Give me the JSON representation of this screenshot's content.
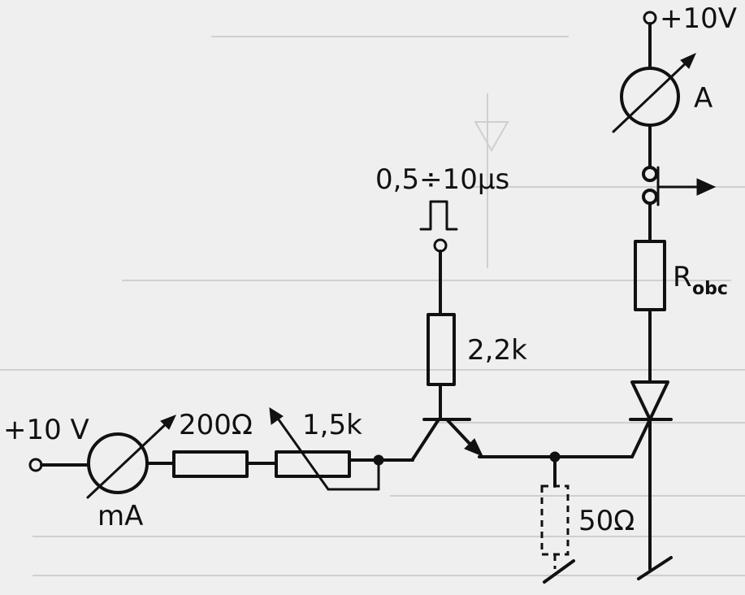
{
  "labels": {
    "supply_top": "+10V",
    "supply_left": "+10 V",
    "ammeter_top": "A",
    "ammeter_left": "mA",
    "r_200": "200Ω",
    "r_1_5k": "1,5k",
    "r_2_2k": "2,2k",
    "r_50": "50Ω",
    "pulse": "0,5÷10μs",
    "r_obc_main": "R",
    "r_obc_sub": "obc"
  },
  "colors": {
    "ink": "#111111",
    "paper": "#efefef"
  }
}
